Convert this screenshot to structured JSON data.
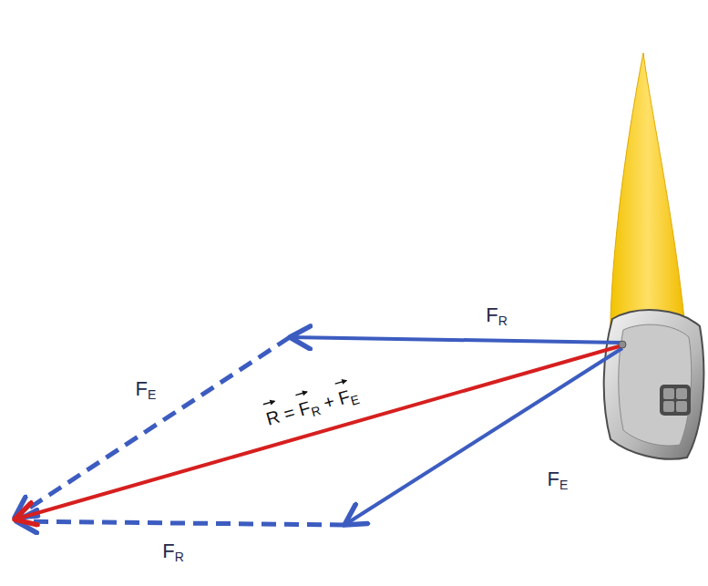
{
  "diagram": {
    "labels": [
      "FR",
      "FE",
      "FE",
      "FR",
      "R = FR + FE"
    ]
  }
}
